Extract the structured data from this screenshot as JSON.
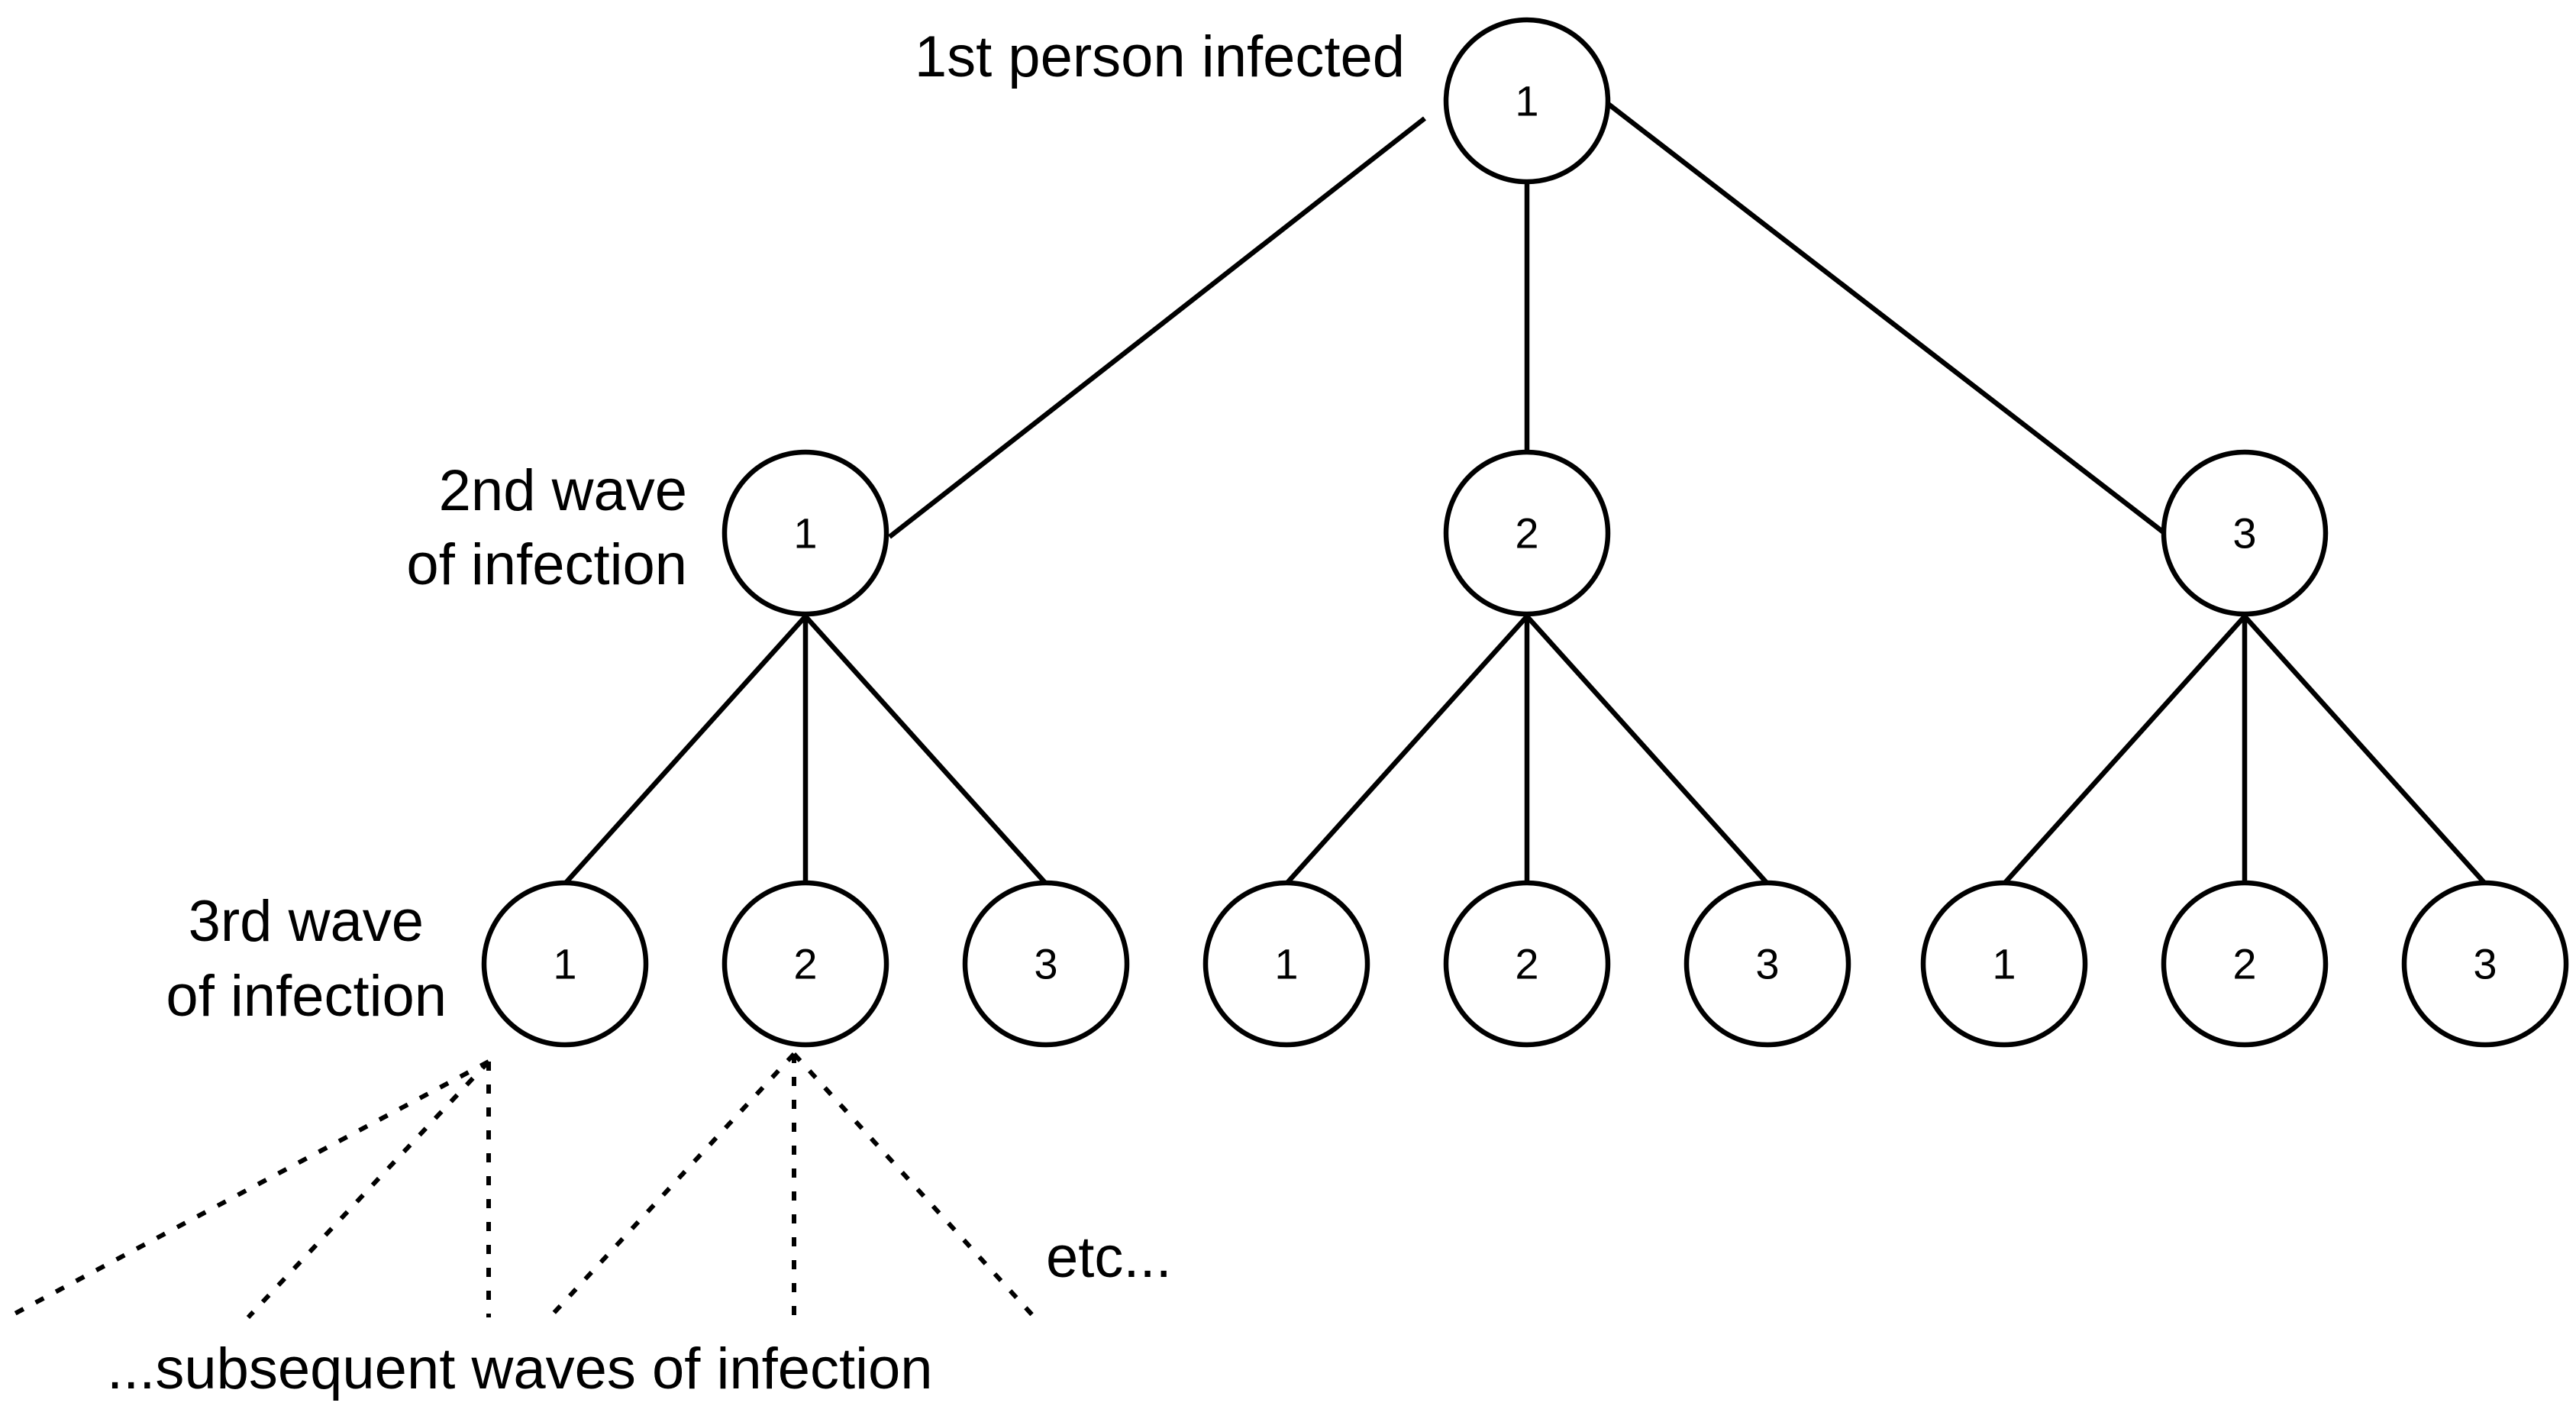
{
  "diagram": {
    "root_label": "1st person infected",
    "wave2_label": [
      "2nd wave",
      "of infection"
    ],
    "wave3_label": [
      "3rd wave",
      "of infection"
    ],
    "continuation_label": "etc...",
    "subsequent_label": "...subsequent waves of infection"
  },
  "nodes": {
    "root": "1",
    "wave2": [
      "1",
      "2",
      "3"
    ],
    "wave3": [
      [
        "1",
        "2",
        "3"
      ],
      [
        "1",
        "2",
        "3"
      ],
      [
        "1",
        "2",
        "3"
      ]
    ]
  }
}
